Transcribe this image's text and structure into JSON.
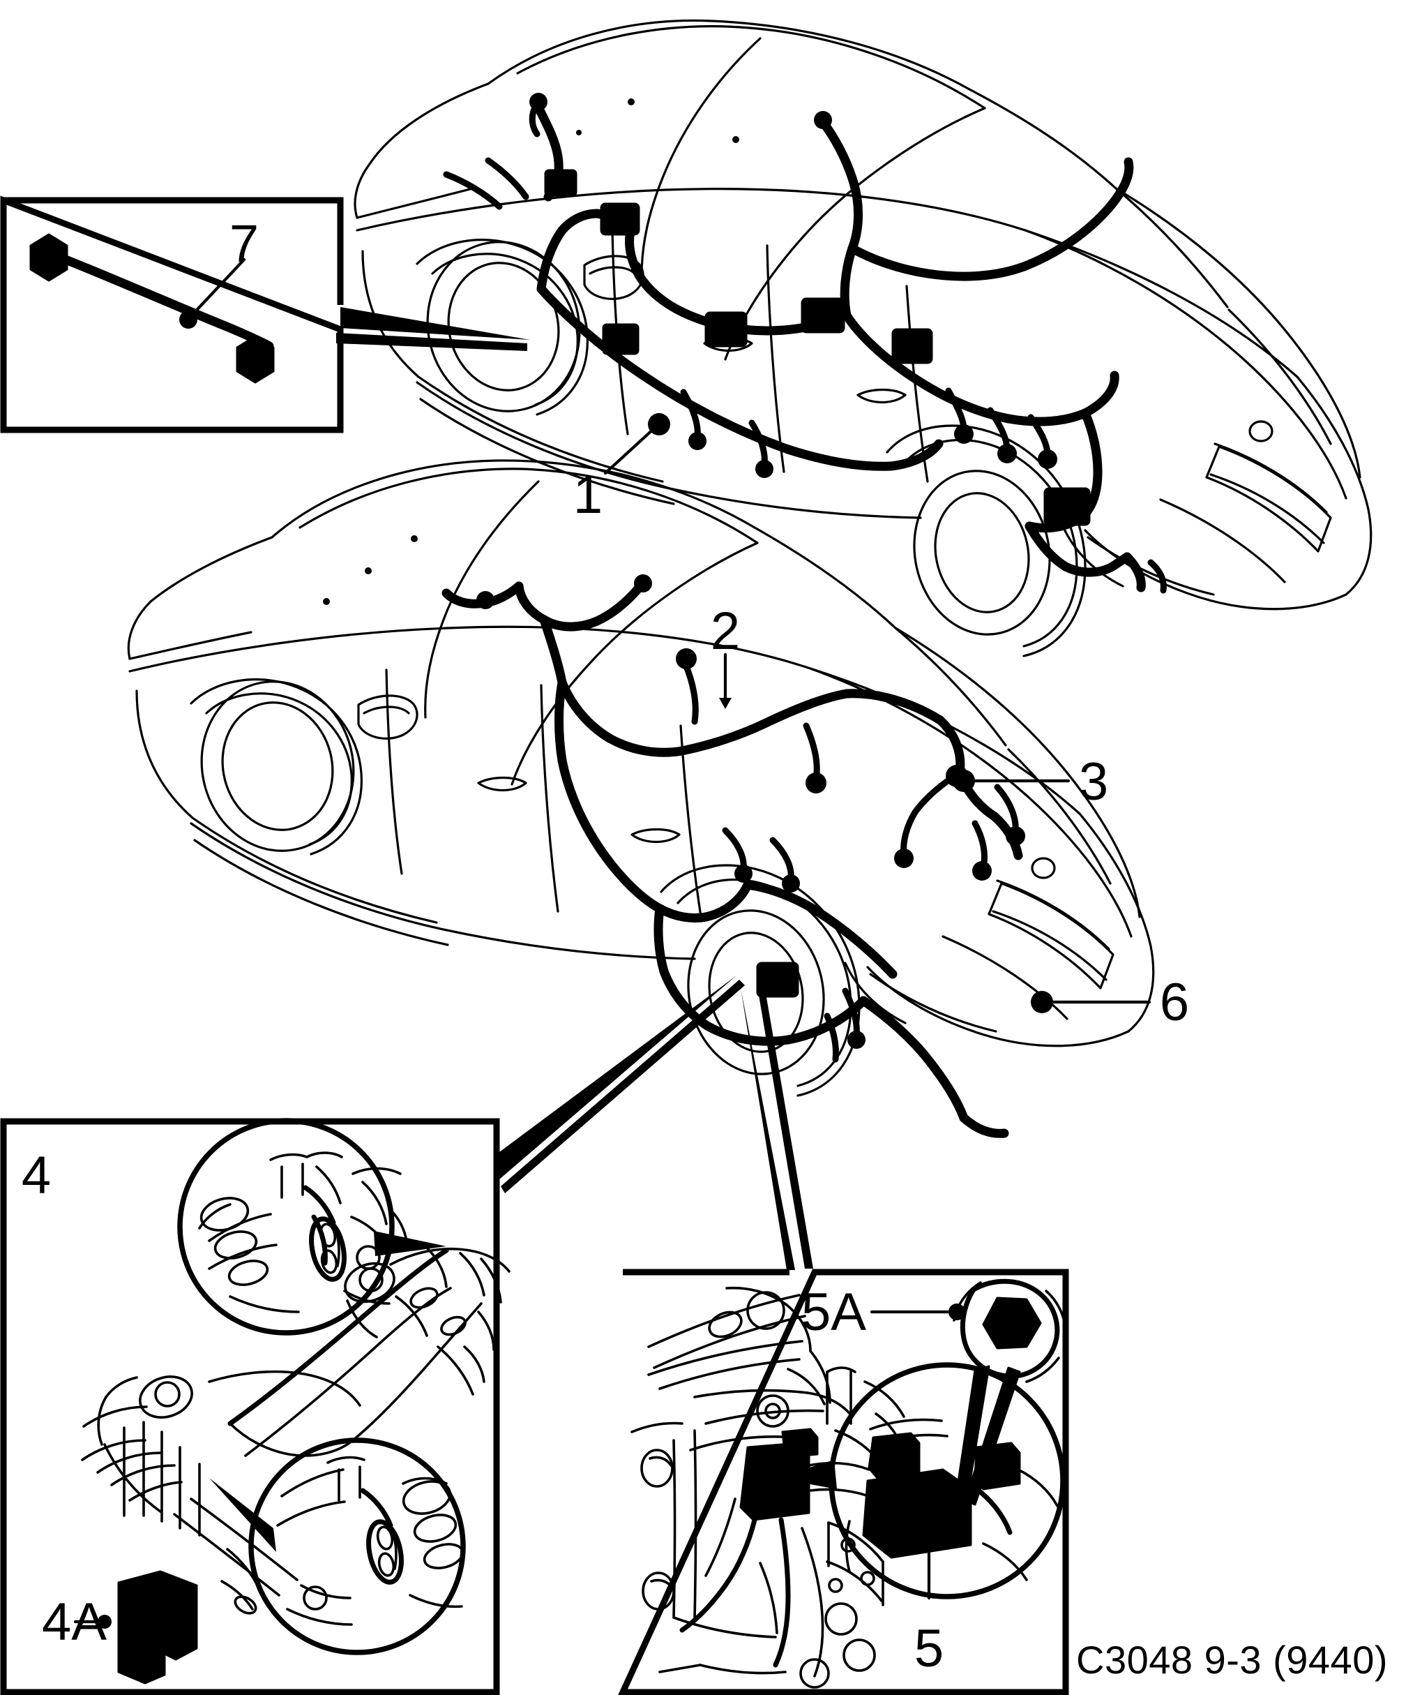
{
  "document": {
    "type": "automotive-parts-diagram",
    "subject": "Rear / body wiring harness routing",
    "caption": "C3048 9-3 (9440)",
    "model": "9-3",
    "model_code": "(9440)",
    "drawing_number": "C3048",
    "line_color": "#000000",
    "background_color": "#ffffff"
  },
  "callouts": [
    {
      "id": "1",
      "label": "1",
      "target": "sill / door-side harness on upper car"
    },
    {
      "id": "2",
      "label": "2",
      "target": "roof / headliner harness on lower car"
    },
    {
      "id": "3",
      "label": "3",
      "target": "rear quarter harness branch on lower car"
    },
    {
      "id": "4",
      "label": "4",
      "target": "rear subframe detail inset"
    },
    {
      "id": "4A",
      "label": "4A",
      "target": "retaining clip in subframe inset"
    },
    {
      "id": "5",
      "label": "5",
      "target": "connector bracket detail inset"
    },
    {
      "id": "5A",
      "label": "5A",
      "target": "hex nut in connector inset"
    },
    {
      "id": "6",
      "label": "6",
      "target": "rear bumper harness on lower car"
    },
    {
      "id": "7",
      "label": "7",
      "target": "jumper lead with two block connectors"
    }
  ],
  "insets": [
    {
      "name": "inset-7",
      "label": "7",
      "contents": "jumper lead with cube connector at each end"
    },
    {
      "name": "inset-4",
      "label": "4",
      "sub_label": "4A",
      "contents": "rear subframe assembly with two magnified circular detail views and a retaining clip"
    },
    {
      "name": "inset-5",
      "label": "5",
      "sub_label": "5A",
      "contents": "body mount / connector bracket with magnified circular detail view and hex nut"
    }
  ],
  "views": [
    {
      "name": "upper-car",
      "description": "three-quarter rear view sedan with interior wiring harness visible"
    },
    {
      "name": "lower-car",
      "description": "three-quarter rear view sedan with roof and rear harness visible"
    }
  ]
}
